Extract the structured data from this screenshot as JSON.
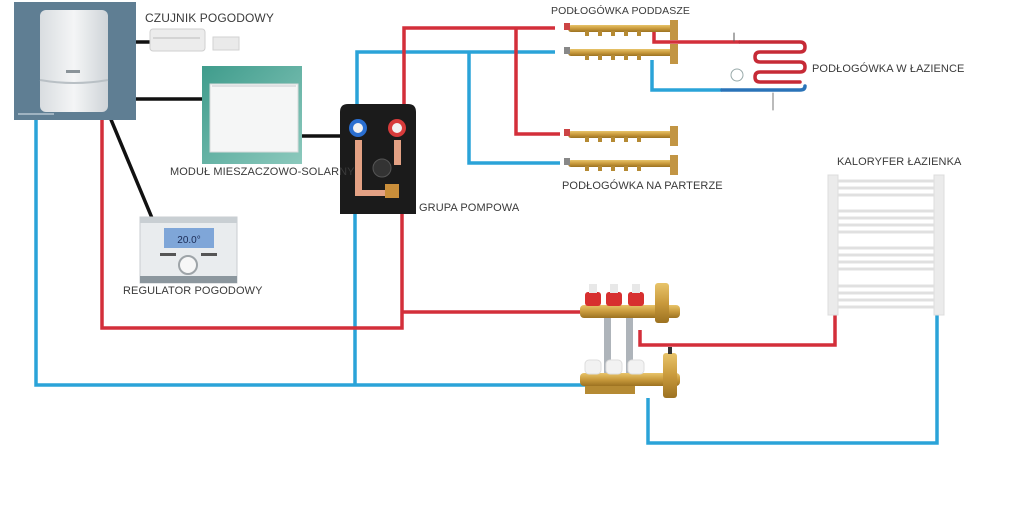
{
  "diagram": {
    "title": "Schemat instalacji grzewczej",
    "colors": {
      "supply_pipe": "#d32f3a",
      "return_pipe": "#2aa3d8",
      "signal_wire": "#111111",
      "boiler_panel": "#5f7e93",
      "brass": "#c99a3c",
      "module_teal": "#5aa89a",
      "label_text": "#3a3a3a"
    },
    "labels": {
      "weather_sensor": "CZUJNIK POGODOWY",
      "mixing_solar_module": "MODUŁ MIESZACZOWO-SOLARNY",
      "weather_controller": "REGULATOR POGODOWY",
      "pump_group": "GRUPA POMPOWA",
      "attic_floor_heating": "PODŁOGÓWKA PODDASZE",
      "bathroom_floor_heating": "PODŁOGÓWKA W ŁAZIENCE",
      "ground_floor_heating": "PODŁOGÓWKA NA PARTERZE",
      "bathroom_radiator": "KALORYFER ŁAZIENKA"
    },
    "controller_display": {
      "temperature": "20.0°"
    },
    "components": [
      {
        "id": "boiler",
        "icon": "gas-boiler-icon"
      },
      {
        "id": "weather_sensor",
        "icon": "outdoor-sensor-icon"
      },
      {
        "id": "mixing_solar_module",
        "icon": "control-module-icon"
      },
      {
        "id": "weather_controller",
        "icon": "thermostat-icon"
      },
      {
        "id": "pump_group",
        "icon": "pump-station-icon"
      },
      {
        "id": "attic_manifold",
        "icon": "manifold-icon"
      },
      {
        "id": "bathroom_floor_loop",
        "icon": "floor-heating-coil-icon"
      },
      {
        "id": "ground_floor_manifold",
        "icon": "manifold-icon"
      },
      {
        "id": "radiator_manifold",
        "icon": "manifold-icon"
      },
      {
        "id": "bathroom_radiator",
        "icon": "towel-radiator-icon"
      }
    ]
  }
}
